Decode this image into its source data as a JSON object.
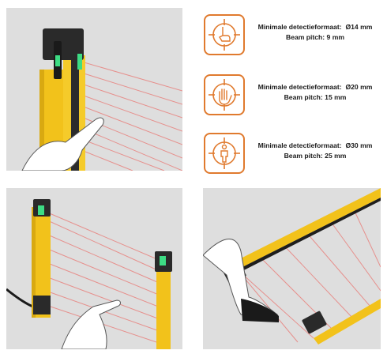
{
  "specs": [
    {
      "label": "Minimale detectieformaat:",
      "size": "Ø14 mm",
      "pitch": "Beam pitch: 9 mm",
      "icon": "finger-target-icon"
    },
    {
      "label": "Minimale detectieformaat:",
      "size": "Ø20 mm",
      "pitch": "Beam pitch: 15 mm",
      "icon": "hand-target-icon"
    },
    {
      "label": "Minimale detectieformaat:",
      "size": "Ø30 mm",
      "pitch": "Beam pitch: 25 mm",
      "icon": "person-target-icon"
    }
  ],
  "colors": {
    "accent": "#e07a2e",
    "curtain": "#f2c21b",
    "beam": "#e8827e",
    "panel": "#dedede"
  }
}
